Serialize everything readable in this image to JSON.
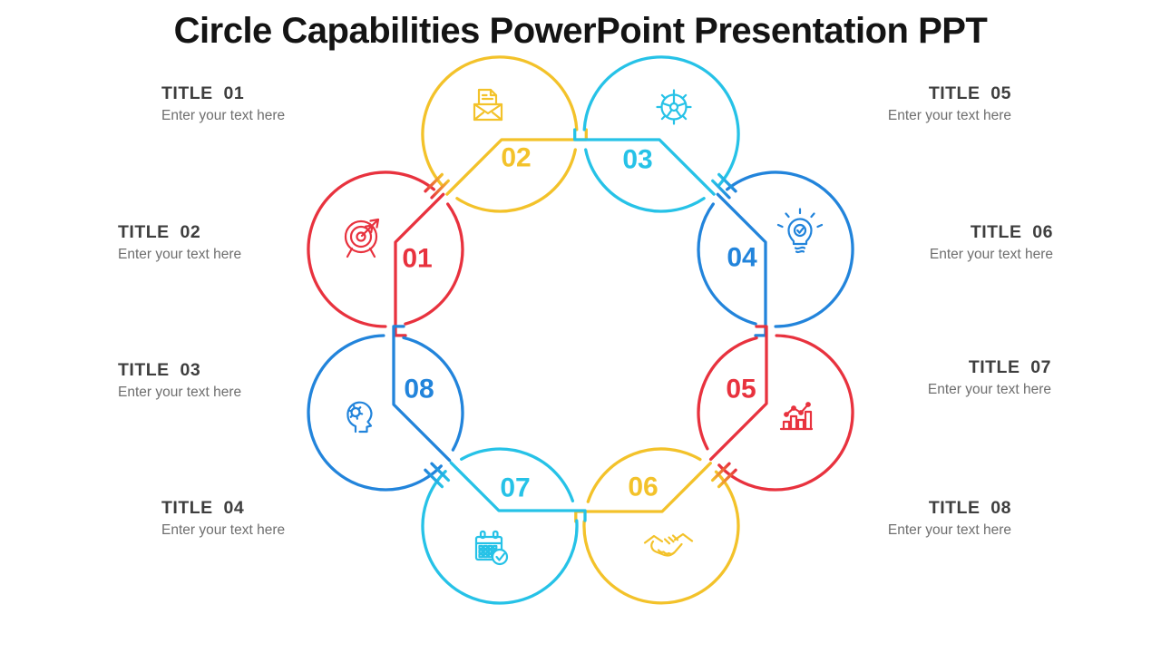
{
  "slide_title": "Circle Capabilities PowerPoint Presentation PPT",
  "colors": {
    "red": "#E8323E",
    "yellow": "#F3C22A",
    "cyan": "#26C2E7",
    "blue": "#2284DB",
    "heading": "#3E3E3E",
    "body_text": "#6E6E6E",
    "title_text": "#141414"
  },
  "labels": [
    {
      "title": "TITLE  01",
      "text": "Enter your text here"
    },
    {
      "title": "TITLE  02",
      "text": "Enter your text here"
    },
    {
      "title": "TITLE  03",
      "text": "Enter your text here"
    },
    {
      "title": "TITLE  04",
      "text": "Enter your text here"
    },
    {
      "title": "TITLE  05",
      "text": "Enter your text here"
    },
    {
      "title": "TITLE  06",
      "text": "Enter your text here"
    },
    {
      "title": "TITLE  07",
      "text": "Enter your text here"
    },
    {
      "title": "TITLE  08",
      "text": "Enter your text here"
    }
  ],
  "nodes": [
    {
      "number": "01",
      "color": "red",
      "icon": "target-icon"
    },
    {
      "number": "02",
      "color": "yellow",
      "icon": "mail-icon"
    },
    {
      "number": "03",
      "color": "cyan",
      "icon": "gear-icon"
    },
    {
      "number": "04",
      "color": "blue",
      "icon": "bulb-icon"
    },
    {
      "number": "05",
      "color": "red",
      "icon": "growth-chart-icon"
    },
    {
      "number": "06",
      "color": "yellow",
      "icon": "handshake-icon"
    },
    {
      "number": "07",
      "color": "cyan",
      "icon": "calendar-icon"
    },
    {
      "number": "08",
      "color": "blue",
      "icon": "mind-gear-icon"
    }
  ]
}
